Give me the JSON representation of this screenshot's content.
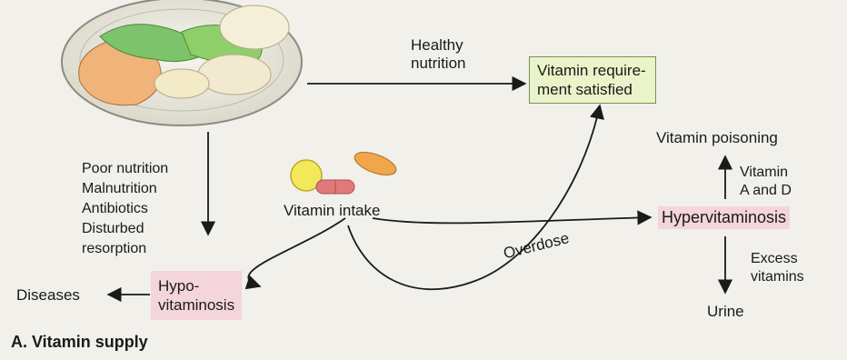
{
  "figure": {
    "caption": "A. Vitamin supply",
    "healthy": [
      "Healthy",
      "nutrition"
    ],
    "requirement": [
      "Vitamin require-",
      "ment satisfied"
    ],
    "intake": "Vitamin intake",
    "causes": [
      "Poor nutrition",
      "Malnutrition",
      "Antibiotics",
      "Disturbed",
      "resorption"
    ],
    "hypo": [
      "Hypo-",
      "vitaminosis"
    ],
    "diseases": "Diseases",
    "overdose": "Overdose",
    "hyper": "Hypervitaminosis",
    "poisoning": "Vitamin poisoning",
    "vitamin_ad": [
      "Vitamin",
      "A and D"
    ],
    "excess": [
      "Excess",
      "vitamins"
    ],
    "urine": "Urine"
  },
  "colors": {
    "requirement_box": "#eaf3c9",
    "hypo_box": "#f4d5dc",
    "hyper_box": "#f4d5dc",
    "capsule_orange": "#f0a64a",
    "pill_yellow": "#f3e85c",
    "capsule_red": "#e07a7a",
    "salad_green": "#7dc36b"
  }
}
